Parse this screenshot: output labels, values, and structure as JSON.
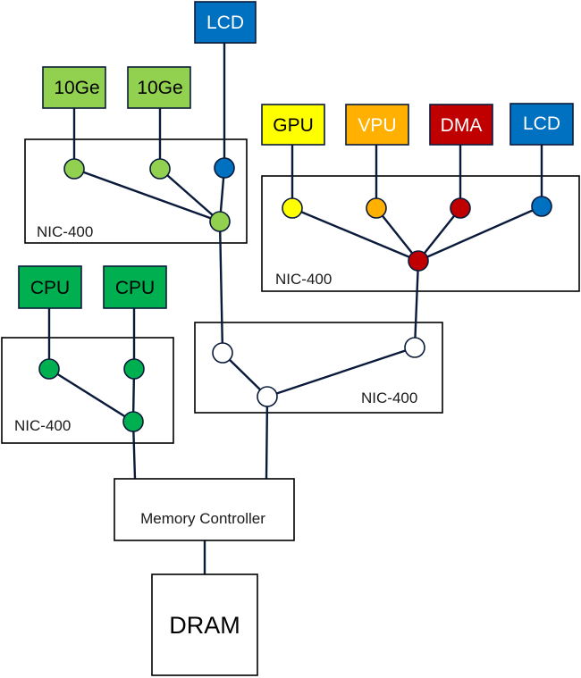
{
  "colors": {
    "lightgreen": "#92D050",
    "green": "#00B050",
    "blue": "#0070C0",
    "yellow": "#FFFF00",
    "orange": "#FFB000",
    "red": "#C00000",
    "white": "#FFFFFF"
  },
  "blocks": {
    "lcd_top": "LCD",
    "tenge_1": "10Ge",
    "tenge_2": "10Ge",
    "gpu": "GPU",
    "vpu": "VPU",
    "dma": "DMA",
    "lcd_right": "LCD",
    "cpu_1": "CPU",
    "cpu_2": "CPU"
  },
  "interconnects": {
    "nic_top_left": "NIC-400",
    "nic_right": "NIC-400",
    "nic_center": "NIC-400",
    "nic_left": "NIC-400"
  },
  "memory_controller": "Memory Controller",
  "dram": "DRAM"
}
